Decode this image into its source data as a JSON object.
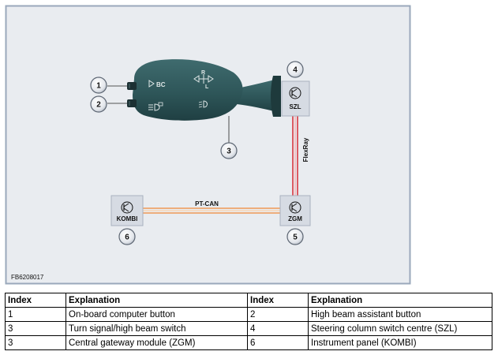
{
  "figure_id": "FB6208017",
  "lever": {
    "icon_bc_text": "BC",
    "icon_r": "R",
    "icon_l": "L"
  },
  "nodes": {
    "szl": "SZL",
    "zgm": "ZGM",
    "kombi": "KOMBI"
  },
  "buses": {
    "flexray": "FlexRay",
    "pt_can": "PT-CAN"
  },
  "callouts": [
    "1",
    "2",
    "3",
    "4",
    "5",
    "6"
  ],
  "colors": {
    "frame": "#9aa8bb",
    "diagram_bg": "#e9ecf0",
    "lever": "#2e5659",
    "module_box": "#d6dbe3",
    "flexray_line": "#d9363e",
    "ptcan_line": "#ef9a56"
  },
  "legend": {
    "headers": [
      "Index",
      "Explanation",
      "Index",
      "Explanation"
    ],
    "rows": [
      [
        "1",
        "On-board computer button",
        "2",
        "High beam assistant button"
      ],
      [
        "3",
        "Turn signal/high beam switch",
        "4",
        "Steering column switch centre (SZL)"
      ],
      [
        "3",
        "Central gateway module (ZGM)",
        "6",
        "Instrument panel (KOMBI)"
      ]
    ]
  }
}
